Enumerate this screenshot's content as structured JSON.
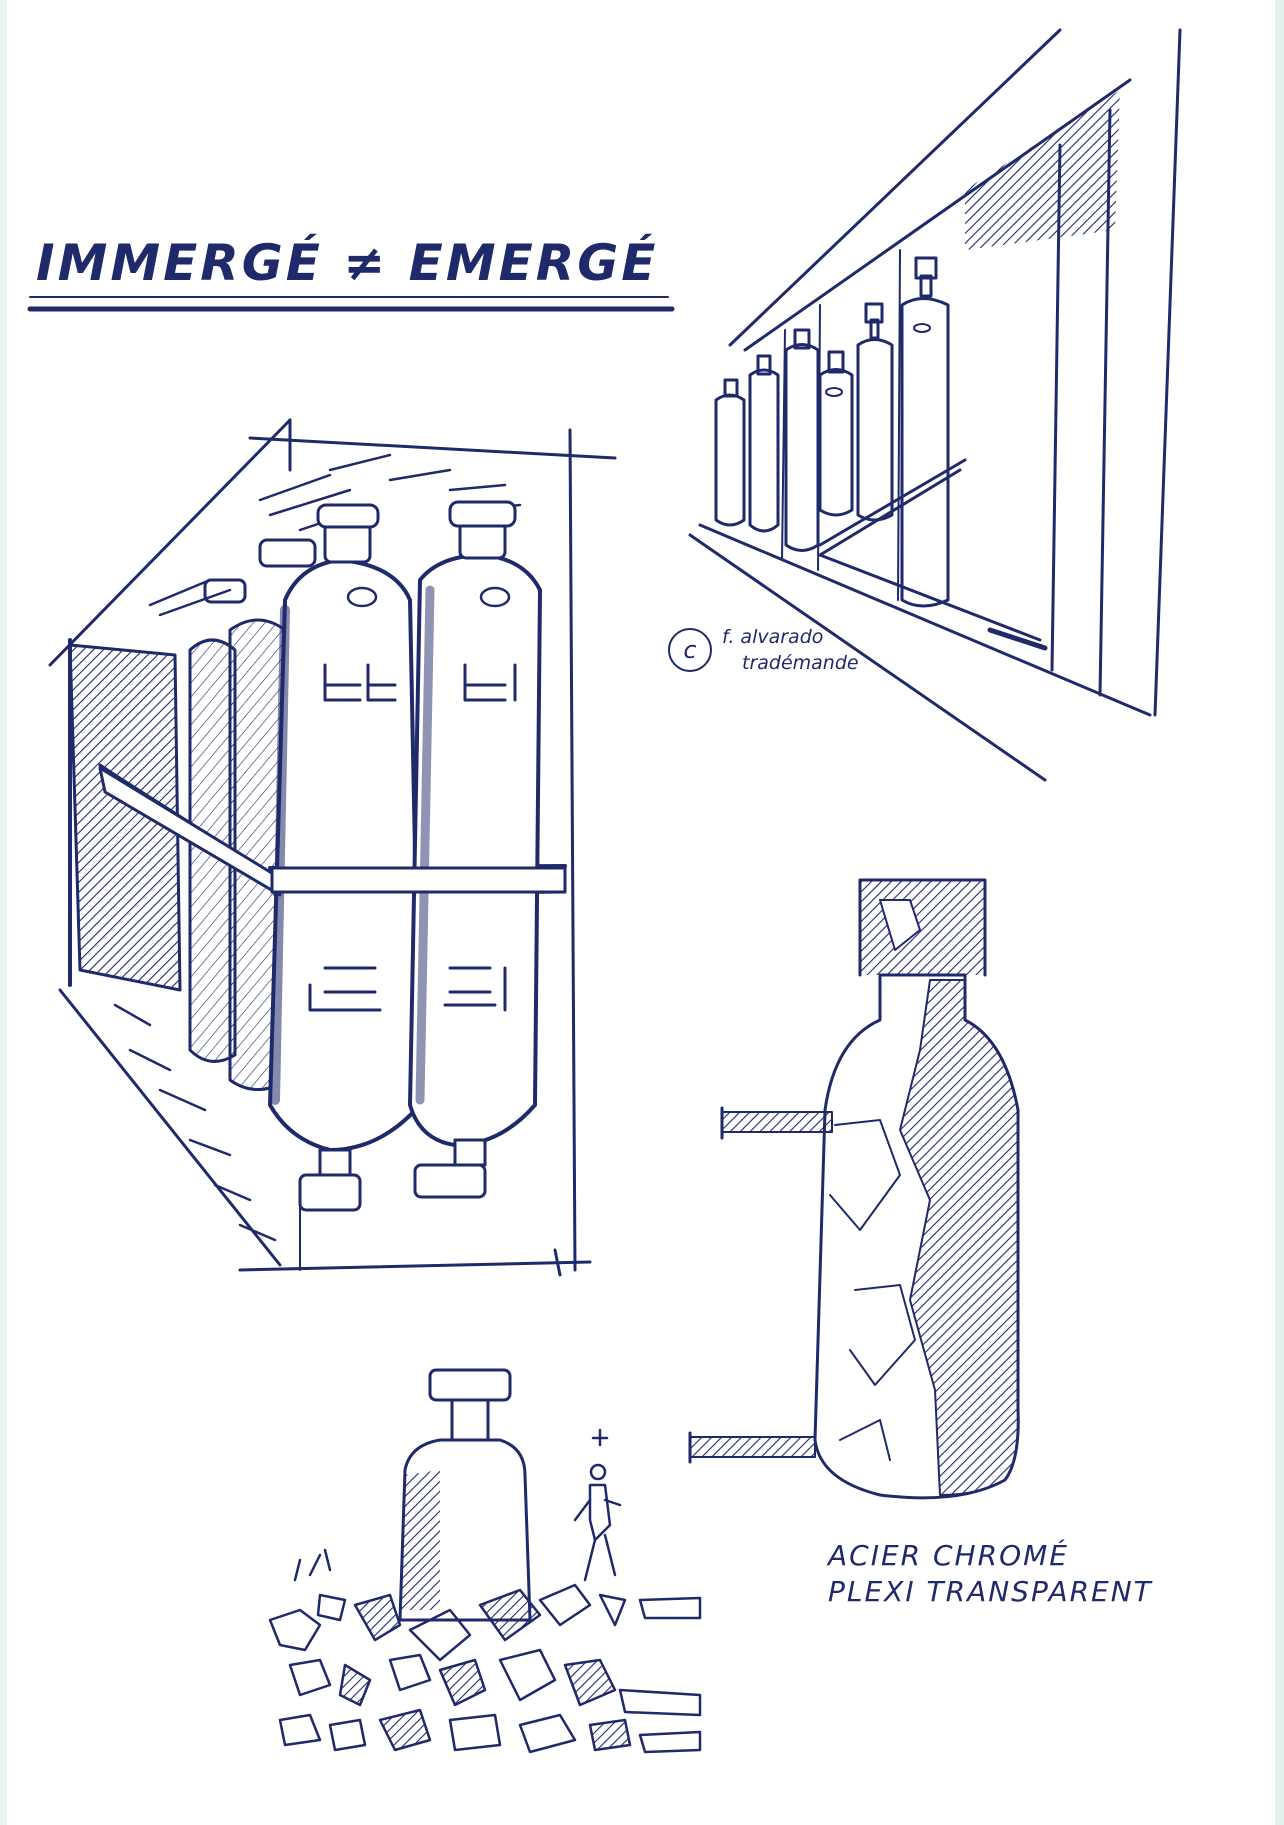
{
  "title": "IMMERGÉ ≠ EMERGÉ",
  "copyright": {
    "symbol": "c",
    "line1": "f. alvarado",
    "line2": "tradémande"
  },
  "caption": {
    "line1": "ACIER CHROMÉ",
    "line2": "PLEXI TRANSPARENT"
  },
  "colors": {
    "ink": "#1f2a6b",
    "paper": "#ffffff",
    "edge": "#e6f4f2"
  }
}
